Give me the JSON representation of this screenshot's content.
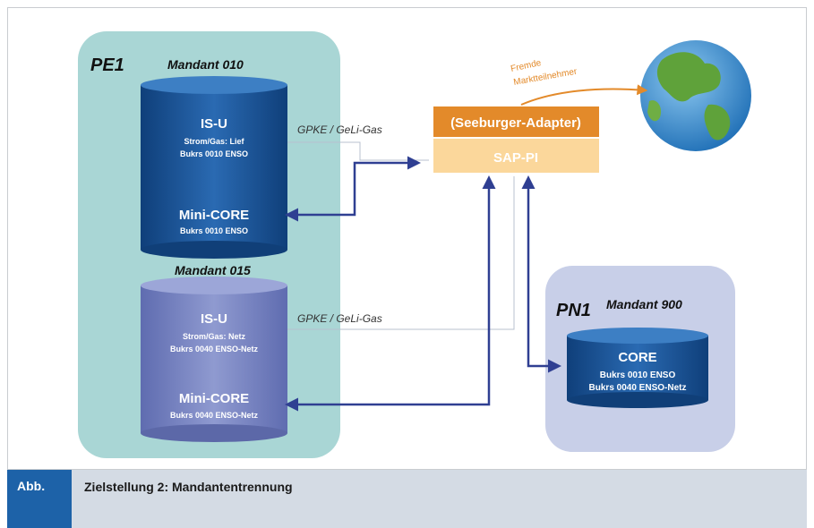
{
  "diagram": {
    "pe1": {
      "label": "PE1",
      "mandant_010": {
        "title": "Mandant 010",
        "isu_title": "IS-U",
        "isu_line1": "Strom/Gas: Lief",
        "isu_line2": "Bukrs 0010 ENSO",
        "minicore_title": "Mini-CORE",
        "minicore_line1": "Bukrs 0010 ENSO"
      },
      "mandant_015": {
        "title": "Mandant 015",
        "isu_title": "IS-U",
        "isu_line1": "Strom/Gas: Netz",
        "isu_line2": "Bukrs 0040 ENSO-Netz",
        "minicore_title": "Mini-CORE",
        "minicore_line1": "Bukrs 0040 ENSO-Netz"
      }
    },
    "pn1": {
      "label": "PN1",
      "mandant_title": "Mandant 900",
      "core_title": "CORE",
      "core_line1": "Bukrs 0010 ENSO",
      "core_line2": "Bukrs 0040 ENSO-Netz"
    },
    "gateway": {
      "adapter_label": "(Seeburger-Adapter)",
      "pi_label": "SAP-PI"
    },
    "edge_labels": {
      "gpke_top": "GPKE / GeLi-Gas",
      "gpke_bottom": "GPKE / GeLi-Gas",
      "fremde_line1": "Fremde",
      "fremde_line2": "Marktteilnehmer"
    },
    "colors": {
      "pe1_bg": "#a9d6d5",
      "pn1_bg": "#c8cfe8",
      "db_dark": "#1f5a9c",
      "db_light": "#7a86c4",
      "adapter": "#e38a2a",
      "pi": "#fbd79b",
      "arrow": "#2f3f92",
      "globe_water": "#3f8fd1"
    }
  },
  "caption": {
    "label": "Abb.",
    "text": "Zielstellung 2: Mandantentrennung"
  }
}
